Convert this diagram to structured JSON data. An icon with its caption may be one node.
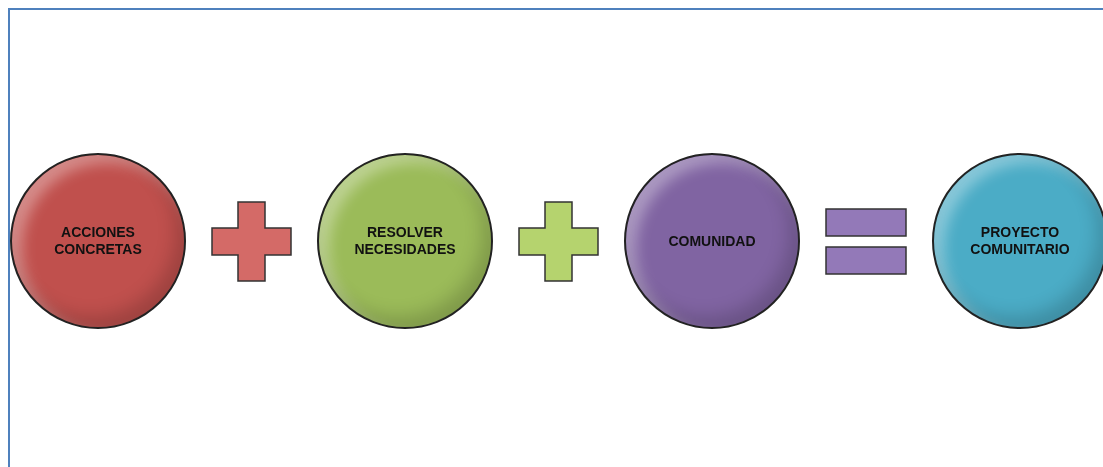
{
  "diagram": {
    "nodes": [
      {
        "text": [
          "ACCIONES CONCRETAS"
        ]
      },
      {
        "text": [
          "RESOLVER NECESIDADES"
        ]
      },
      {
        "text": [
          "COMUNIDAD"
        ]
      },
      {
        "text": [
          "PROYECTO COMUNITARIO"
        ]
      }
    ]
  }
}
